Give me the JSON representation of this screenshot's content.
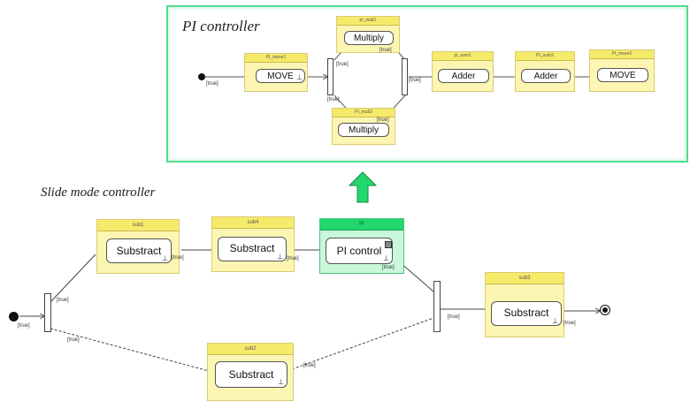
{
  "pi_title": "PI controller",
  "smc_title": "Slide mode controller",
  "pi_nodes": {
    "move1": {
      "header": "PI_move1",
      "label": "MOVE"
    },
    "mult1": {
      "header": "pi_mult1",
      "label": "Multiply"
    },
    "mult2": {
      "header": "PI_mult2",
      "label": "Multiply"
    },
    "add1": {
      "header": "pi_sum1",
      "label": "Adder"
    },
    "add2": {
      "header": "PI_sum2",
      "label": "Adder"
    },
    "move2": {
      "header": "PI_move2",
      "label": "MOVE"
    }
  },
  "smc_nodes": {
    "sub1": {
      "header": "sub1",
      "label": "Substract"
    },
    "sub4": {
      "header": "sub4",
      "label": "Substract"
    },
    "pi": {
      "header": "PI",
      "label": "PI control"
    },
    "sub3": {
      "header": "sub3",
      "label": "Substract"
    },
    "sub2": {
      "header": "sub2",
      "label": "Substract"
    }
  },
  "guard_true": "[true]",
  "colors": {
    "pi_frame": "#4fdc8e",
    "arrow": "#22d76d",
    "node_fill": "#fdf6b2",
    "node_header": "#f6ea6a"
  },
  "icons": [
    "initial-node-icon",
    "final-node-icon",
    "subactivity-icon",
    "up-arrow-icon"
  ]
}
